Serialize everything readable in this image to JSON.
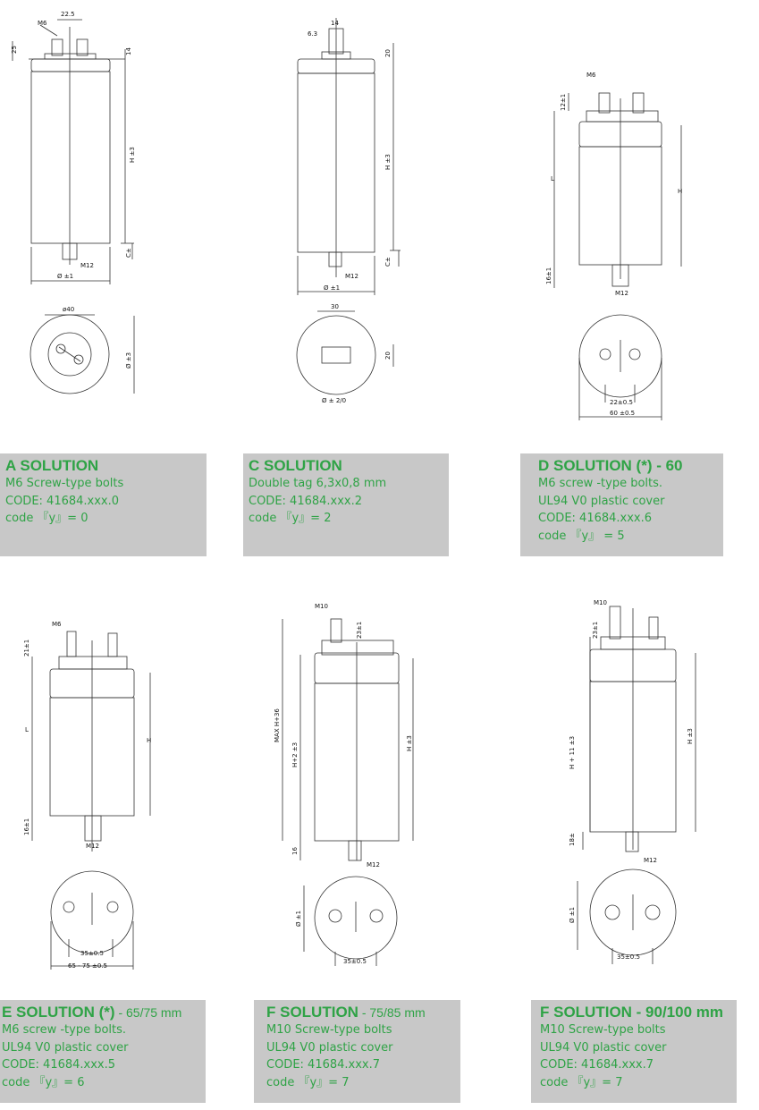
{
  "solutions": [
    {
      "title": "A SOLUTION",
      "suffix": "",
      "lines": [
        "M6 Screw-type bolts",
        "CODE: 41684.xxx.0",
        "code 『y』= 0"
      ]
    },
    {
      "title": "C SOLUTION",
      "suffix": "",
      "lines": [
        "Double tag 6,3x0,8 mm",
        "CODE: 41684.xxx.2",
        "code 『y』= 2"
      ]
    },
    {
      "title": "D SOLUTION (*) -  60",
      "suffix": "",
      "lines": [
        "M6 screw -type bolts.",
        "UL94 V0 plastic cover",
        "CODE: 41684.xxx.6",
        "code 『y』 = 5"
      ]
    },
    {
      "title": "E SOLUTION (*)",
      "suffix": " - 65/75 mm",
      "lines": [
        "M6 screw -type bolts.",
        "UL94 V0 plastic cover",
        "CODE: 41684.xxx.5",
        "code 『y』= 6"
      ]
    },
    {
      "title": "F SOLUTION",
      "suffix": " - 75/85 mm",
      "lines": [
        "M10 Screw-type bolts",
        "UL94 V0 plastic cover",
        "CODE: 41684.xxx.7",
        "code 『y』= 7"
      ]
    },
    {
      "title": "F SOLUTION - 90/100 mm",
      "suffix": "",
      "lines": [
        "M10 Screw-type bolts",
        "UL94 V0 plastic cover",
        "CODE: 41684.xxx.7",
        "code 『y』= 7"
      ]
    }
  ],
  "dims": {
    "a_m6": "M6",
    "a_w": "22.5",
    "a_25": "25",
    "a_14": "14",
    "a_h": "H ±3",
    "a_c": "C±",
    "a_m12": "M12",
    "a_dia": "Ø ±1",
    "a_d40": "ø40",
    "a_d3": "Ø ±3",
    "c_14": "14",
    "c_63": "6.3",
    "c_20": "20",
    "c_h": "H ±3",
    "c_c": "C±",
    "c_m12": "M12",
    "c_dia": "Ø ±1",
    "c_30": "30",
    "c_20b": "20",
    "c_dia2": "Ø ± 2/0",
    "d_m6": "M6",
    "d_12": "12±1",
    "d_l": "L",
    "d_h": "H",
    "d_16": "16±1",
    "d_m12": "M12",
    "d_22": "22±0.5",
    "d_60": "60 ±0.5",
    "e_m6": "M6",
    "e_21": "21±1",
    "e_l": "L",
    "e_h": "H",
    "e_16": "16±1",
    "e_m12": "M12",
    "e_35": "35±0.5",
    "e_65": "65 - 75 ±0.5",
    "f_m10": "M10",
    "f_23": "23±1",
    "f_max": "MAX H+36",
    "f_h2": "H+2 ±3",
    "f_h": "H ±3",
    "f_16": "16",
    "f_m12": "M12",
    "f_dia": "Ø ±1",
    "f_35": "35±0.5",
    "g_m10": "M10",
    "g_23": "23±1",
    "g_h11": "H + 11 ±3",
    "g_h": "H ±3",
    "g_18": "18±",
    "g_m12": "M12",
    "g_dia": "Ø ±1",
    "g_35": "35±0.5"
  }
}
